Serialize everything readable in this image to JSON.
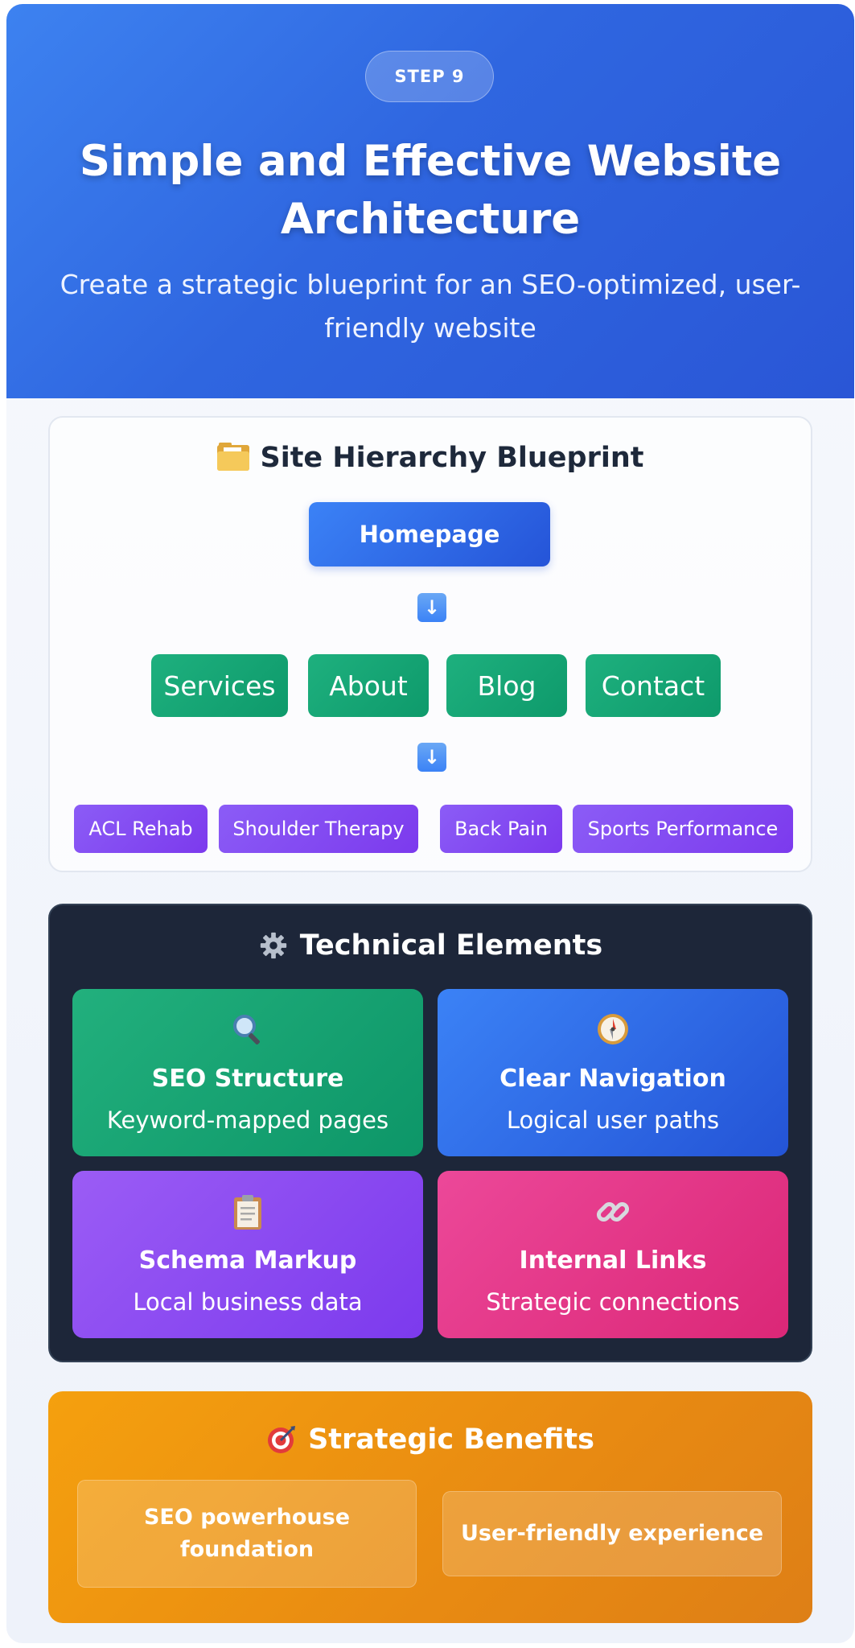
{
  "header": {
    "step": "STEP 9",
    "title": "Simple and Effective Website Architecture",
    "subtitle": "Create a strategic blueprint for an SEO-optimized, user-friendly website"
  },
  "hierarchy": {
    "title": "Site Hierarchy Blueprint",
    "icon": "folder-icon",
    "root": "Homepage",
    "arrow": "↓",
    "level2": [
      "Services",
      "About",
      "Blog",
      "Contact"
    ],
    "level3": [
      "ACL Rehab",
      "Shoulder Therapy",
      "Back Pain",
      "Sports Performance"
    ]
  },
  "technical": {
    "title": "Technical Elements",
    "icon": "gear-icon",
    "items": [
      {
        "name": "SEO Structure",
        "desc": "Keyword-mapped pages",
        "icon": "magnifier-icon"
      },
      {
        "name": "Clear Navigation",
        "desc": "Logical user paths",
        "icon": "compass-icon"
      },
      {
        "name": "Schema Markup",
        "desc": "Local business data",
        "icon": "clipboard-icon"
      },
      {
        "name": "Internal Links",
        "desc": "Strategic connections",
        "icon": "link-icon"
      }
    ]
  },
  "benefits": {
    "title": "Strategic Benefits",
    "icon": "target-icon",
    "items": [
      "SEO powerhouse foundation",
      "User-friendly experience"
    ]
  },
  "colors": {
    "header_blue": "#2f66e0",
    "green": "#10a06f",
    "purple": "#7c3aed",
    "pink": "#db2777",
    "orange": "#f29a10",
    "dark_panel": "#1d2639"
  }
}
